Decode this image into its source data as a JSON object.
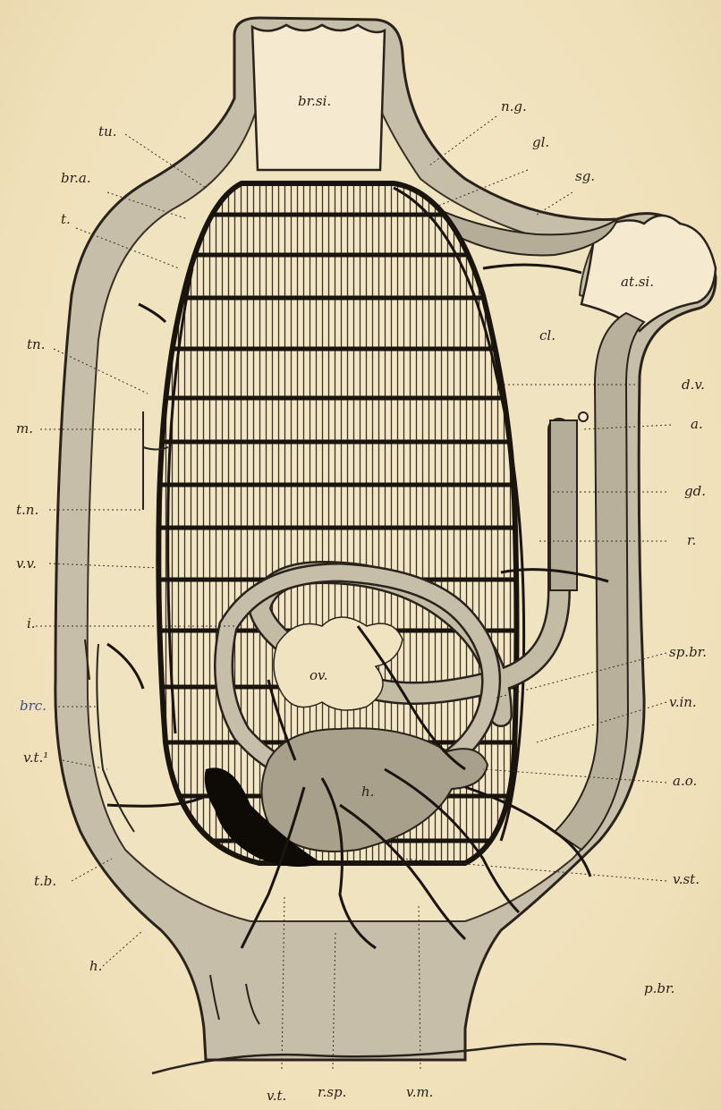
{
  "figure": {
    "colors": {
      "paper": "#f3e7c6",
      "wall": "#bdb5a0",
      "ink": "#1a140e",
      "wall_edge": "#2a231b"
    },
    "labels": {
      "br_si": "br.si.",
      "n_g": "n.g.",
      "gl": "gl.",
      "sg": "sg.",
      "tu_top": "tu.",
      "br_a": "br.a.",
      "t": "t.",
      "at_si": "at.si.",
      "tn": "tn.",
      "cl": "cl.",
      "d_v": "d.v.",
      "m": "m.",
      "a": "a.",
      "t_n": "t.n.",
      "gd": "gd.",
      "v_v": "v.v.",
      "r": "r.",
      "i": "i.",
      "sp_br": "sp.br.",
      "ov": "ov.",
      "brc": "brc.",
      "v_in": "v.in.",
      "v_t1": "v.t.¹",
      "a_o": "a.o.",
      "h": "h.",
      "t_b": "t.b.",
      "v_st": "v.st.",
      "h_low": "h.",
      "p_br": "p.br.",
      "v_t": "v.t.",
      "r_sp": "r.sp.",
      "v_m": "v.m."
    }
  }
}
